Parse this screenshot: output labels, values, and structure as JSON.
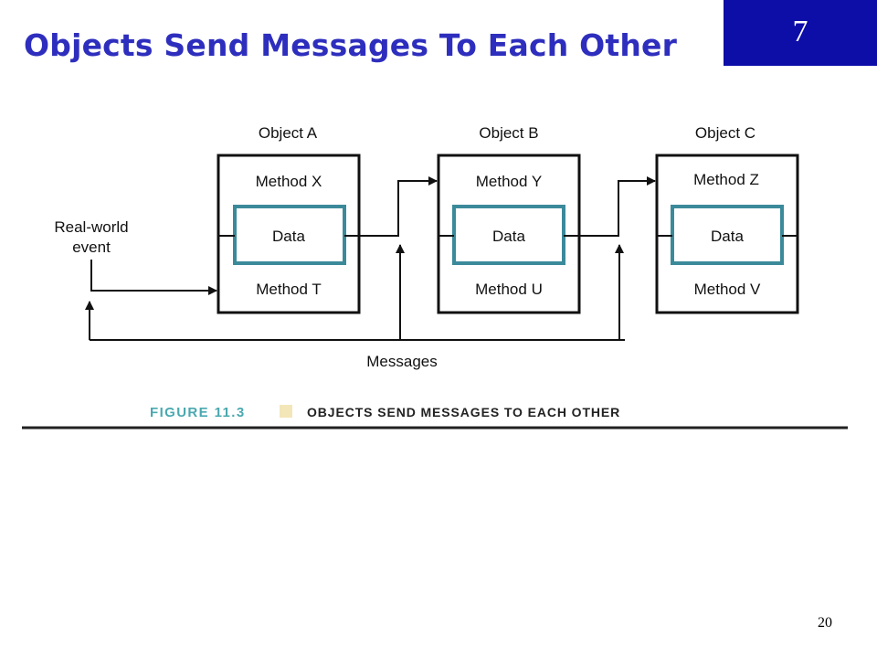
{
  "slide": {
    "title": "Objects Send Messages To Each Other",
    "chapter_number": "7",
    "page_number": "20"
  },
  "diagram": {
    "objects": [
      {
        "label": "Object A",
        "top_method": "Method X",
        "data": "Data",
        "bottom_method": "Method T"
      },
      {
        "label": "Object B",
        "top_method": "Method Y",
        "data": "Data",
        "bottom_method": "Method U"
      },
      {
        "label": "Object C",
        "top_method": "Method Z",
        "data": "Data",
        "bottom_method": "Method V"
      }
    ],
    "event_label_line1": "Real-world",
    "event_label_line2": "event",
    "messages_label": "Messages",
    "caption_figure": "FIGURE 11.3",
    "caption_text": "OBJECTS SEND MESSAGES TO EACH OTHER"
  },
  "colors": {
    "title": "#2e2ebe",
    "chapter_box": "#0d0da8",
    "data_box_border": "#3b8a9a",
    "caption_figure": "#4aa8b0",
    "caption_swatch": "#f3e6b8"
  }
}
